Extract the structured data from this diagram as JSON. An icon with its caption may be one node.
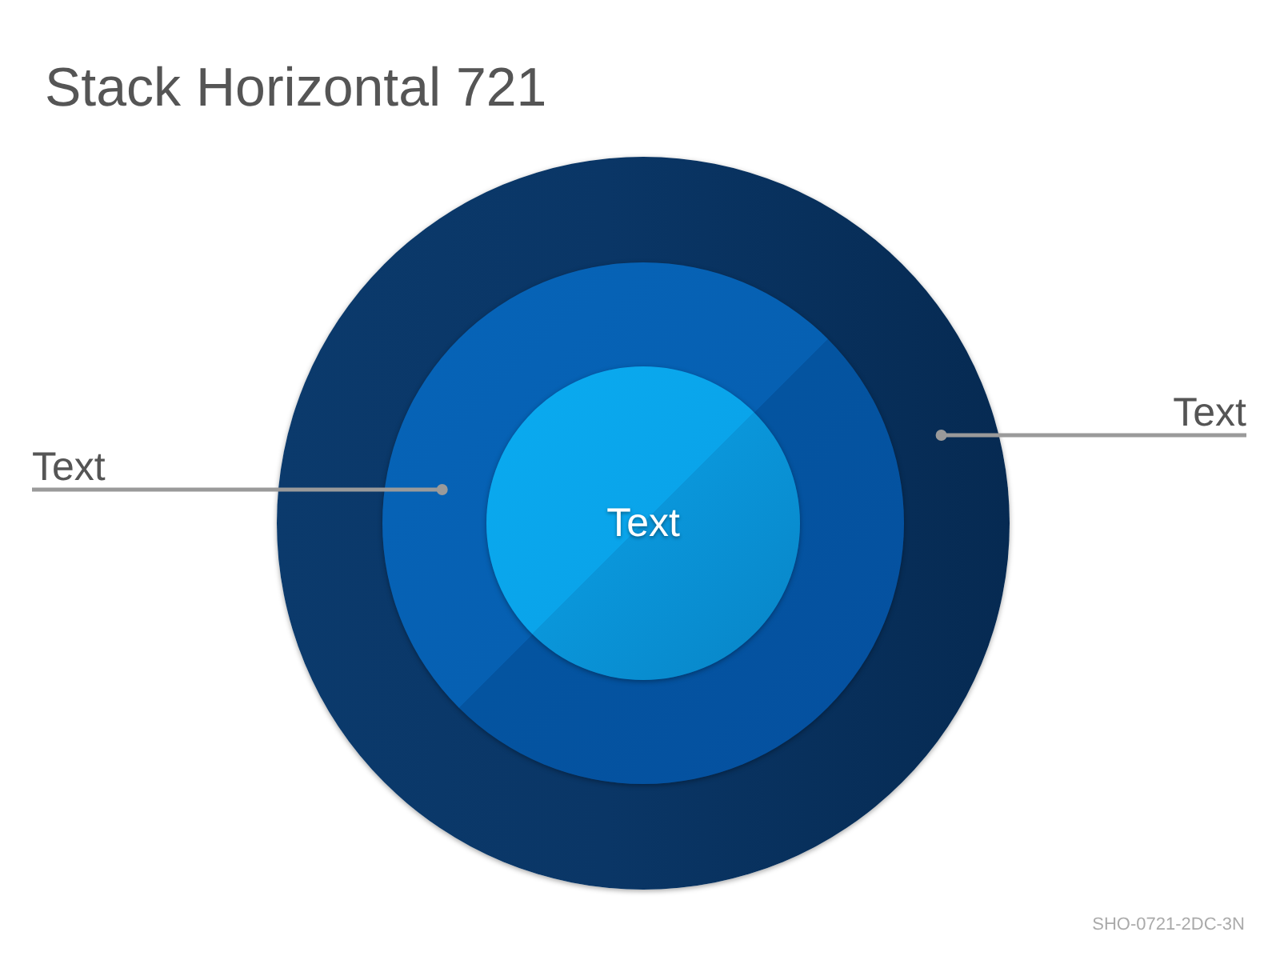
{
  "diagram": {
    "title": "Stack Horizontal 721",
    "nodes": [
      {
        "text": [],
        "shape": "circle"
      },
      {
        "text": [],
        "shape": "circle",
        "in": 0
      },
      {
        "text": [
          "Text"
        ],
        "in": 1
      },
      {
        "text": [
          "Text"
        ]
      },
      {
        "text": [
          "Text"
        ]
      }
    ],
    "edges": [
      {
        "from": 3,
        "to": 1,
        "arrow": "other"
      },
      {
        "from": 4,
        "to": 0,
        "arrow": "other"
      }
    ],
    "labels": [
      "SHO-0721-2DC-3N"
    ]
  }
}
